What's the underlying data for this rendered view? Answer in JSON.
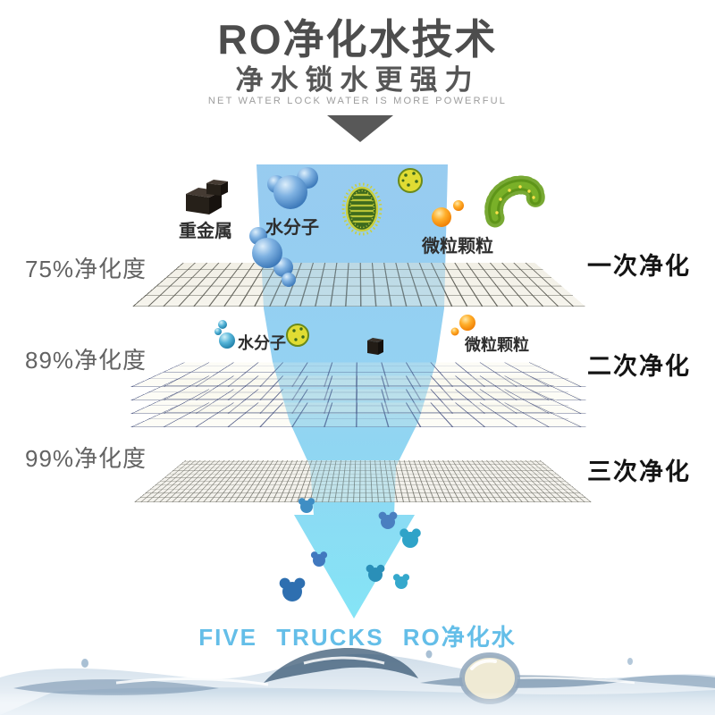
{
  "header": {
    "title": "RO净化水技术",
    "subtitle": "净水锁水更强力",
    "tagline": "NET WATER LOCK WATER IS MORE POWERFUL"
  },
  "stages": [
    {
      "purity": "75%净化度",
      "name": "一次净化"
    },
    {
      "purity": "89%净化度",
      "name": "二次净化"
    },
    {
      "purity": "99%净化度",
      "name": "三次净化"
    }
  ],
  "labels": {
    "heavy_metal": "重金属",
    "water_molecule_row1": "水分子",
    "particles_row1": "微粒颗粒",
    "water_molecule_row2": "水分子",
    "particles_row2": "微粒颗粒"
  },
  "footer": {
    "brand_line": "FIVE TRUCKS RO净化水"
  },
  "colors": {
    "title_gray": "#4d4d4d",
    "water_column_blue": "#8fc7ef",
    "purified_cyan": "#7ae2f5",
    "brand_blue": "#64bee8",
    "particle_orange": "#f59000",
    "microbe_green": "#5e9519",
    "mesh_wire_blue": "#3a4678"
  }
}
